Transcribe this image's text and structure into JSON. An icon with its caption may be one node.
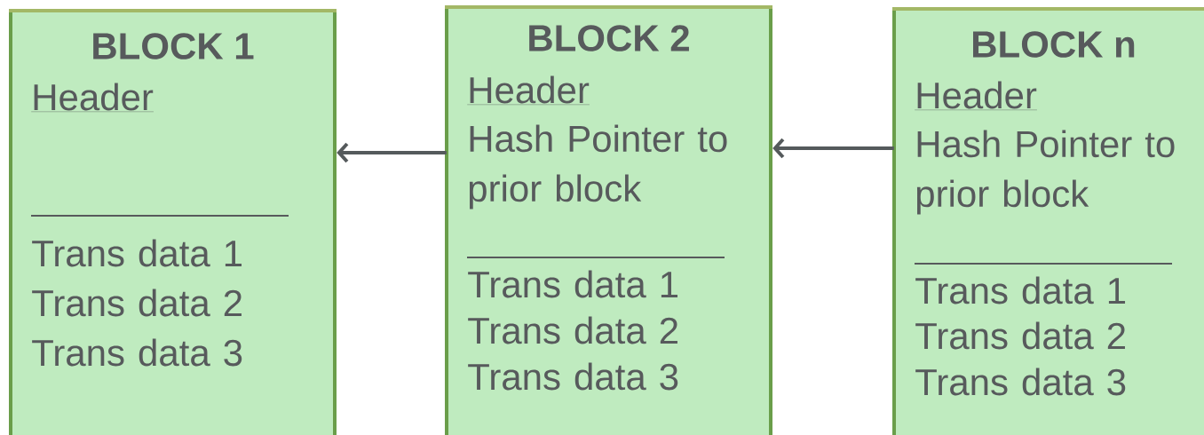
{
  "diagram": {
    "nodes": [
      {
        "text": [
          "BLOCK 1",
          "Header",
          "Trans data 1",
          "Trans data 2",
          "Trans data 3"
        ]
      },
      {
        "text": [
          "BLOCK 2",
          "Header",
          "Hash Pointer to prior block",
          "Trans data 1",
          "Trans data 2",
          "Trans data 3"
        ]
      },
      {
        "text": [
          "BLOCK n",
          "Header",
          "Hash Pointer to prior block",
          "Trans data 1",
          "Trans data 2",
          "Trans data 3"
        ]
      }
    ],
    "edges": [
      {
        "from": 1,
        "to": 0,
        "arrow": "to"
      },
      {
        "from": 2,
        "to": 1,
        "arrow": "to"
      }
    ]
  }
}
